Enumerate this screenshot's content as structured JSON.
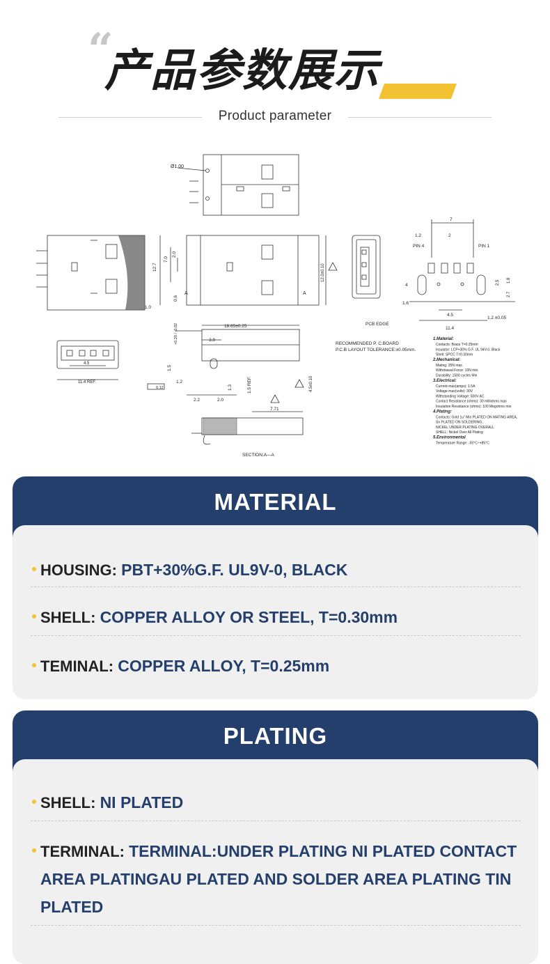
{
  "header": {
    "quote_mark": "“",
    "title_cn": "产品参数展示",
    "subtitle": "Product parameter"
  },
  "drawing": {
    "dims": {
      "phi": "Ø1.00",
      "d7": "7",
      "d12": "1.2",
      "d2": "2",
      "pin4": "PIN 4",
      "pin1": "PIN 1",
      "d127": "12.7",
      "d70": "7.0",
      "d20": "2.0",
      "dA1": "A",
      "dA2": "A",
      "d06": "0.6",
      "d10": "1.0",
      "d12b": "12.0±0.10",
      "d4": "4",
      "d16": "1.6",
      "d45": "4.5",
      "d25": "2.5",
      "d27": "2.7",
      "d18": "1.8",
      "d12c": "1.2 ±0.05",
      "d114": "11.4",
      "pcb_edge": "PCB EDGE",
      "d1865": "18.65±0.25",
      "d39": "3.9",
      "tol": "+0.20 / -0.02",
      "d15": "1.5",
      "d12d": "1.2",
      "d13": "1.3",
      "d15ref": "1.5 REF.",
      "d45b": "4.5±0.10",
      "d22": "2.2",
      "d20b": "2.0",
      "d771": "7.71",
      "d45c": "4.5",
      "d114ref": "11.4 REF.",
      "flat": "0.12",
      "section": "SECTION:A—A",
      "rec1": "RECOMMENDED  P. C.BOARD",
      "rec2": "P.C.B  LAYOUT  TOLERANCE:±0.05mm."
    },
    "notes": [
      "1.Material:",
      "Contacts: Brass T=0.25mm",
      "Insulator: LCP+30% G.F. UL 94V-0, Black",
      "Shell: SPCC T=0.30mm",
      "2.Mechanical:",
      "Mating: 35N max.",
      "Withdrawal Force: 10N min.",
      "Durability: 1500 cycles Min",
      "3.Electrical:",
      "Current-max(amps): 1.5A",
      "Voltage-max(volts): 30V",
      "Withstanding Voltage: 500V AC",
      "Contact Resistance (ohms): 30 milliohms max",
      "Insulation Resistance (ohms): 100 Megohms min",
      "4.Plating:",
      "Contacts: Gold 1u\" Min PLATED ON MATING AREA,",
      "Sn PLATED ON SOLDERING,",
      "NICKEL UNDER PLATING OVERALL",
      "SHELL: Nickel Over All Plating",
      "5.Environmental",
      "Temperature Range: -55°C~+85°C"
    ]
  },
  "material": {
    "title": "MATERIAL",
    "rows": [
      {
        "key": "HOUSING: ",
        "value": "PBT+30%G.F. UL9V-0, BLACK"
      },
      {
        "key": "SHELL: ",
        "value": "COPPER ALLOY OR STEEL, T=0.30mm"
      },
      {
        "key": "TEMINAL:  ",
        "value": "COPPER ALLOY, T=0.25mm"
      }
    ]
  },
  "plating": {
    "title": "PLATING",
    "rows": [
      {
        "key": "SHELL: ",
        "value": "NI PLATED"
      },
      {
        "key": "TERMINAL: ",
        "value": "TERMINAL:UNDER PLATING NI PLATED CONTACT AREA PLATINGAU PLATED AND SOLDER AREA PLATING TIN PLATED"
      }
    ]
  },
  "colors": {
    "navy": "#243f6b",
    "accent": "#f2c233",
    "card_bg": "#f0f0f0"
  }
}
